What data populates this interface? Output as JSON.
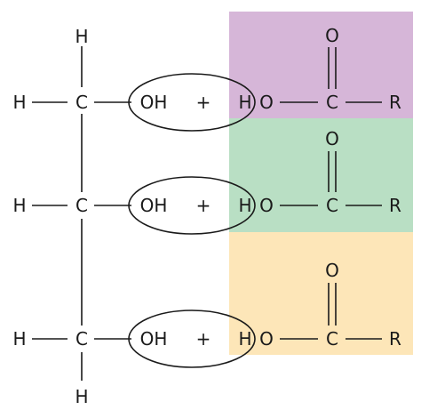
{
  "colors": {
    "band_top": "#d6b6d8",
    "band_middle": "#b9dfc4",
    "band_bottom": "#fde6b8",
    "ink": "#1a1a1a"
  },
  "glycerol": {
    "top_h": "H",
    "bottom_h": "H",
    "rows": [
      {
        "left_h": "H",
        "carbon": "C",
        "hydroxyl": "OH"
      },
      {
        "left_h": "H",
        "carbon": "C",
        "hydroxyl": "OH"
      },
      {
        "left_h": "H",
        "carbon": "C",
        "hydroxyl": "OH"
      }
    ]
  },
  "plus": "+",
  "fatty_acids": [
    {
      "h": "H",
      "o": "O",
      "carbonyl_o": "O",
      "carbon": "C",
      "r": "R"
    },
    {
      "h": "H",
      "o": "O",
      "carbonyl_o": "O",
      "carbon": "C",
      "r": "R"
    },
    {
      "h": "H",
      "o": "O",
      "carbonyl_o": "O",
      "carbon": "C",
      "r": "R"
    }
  ]
}
